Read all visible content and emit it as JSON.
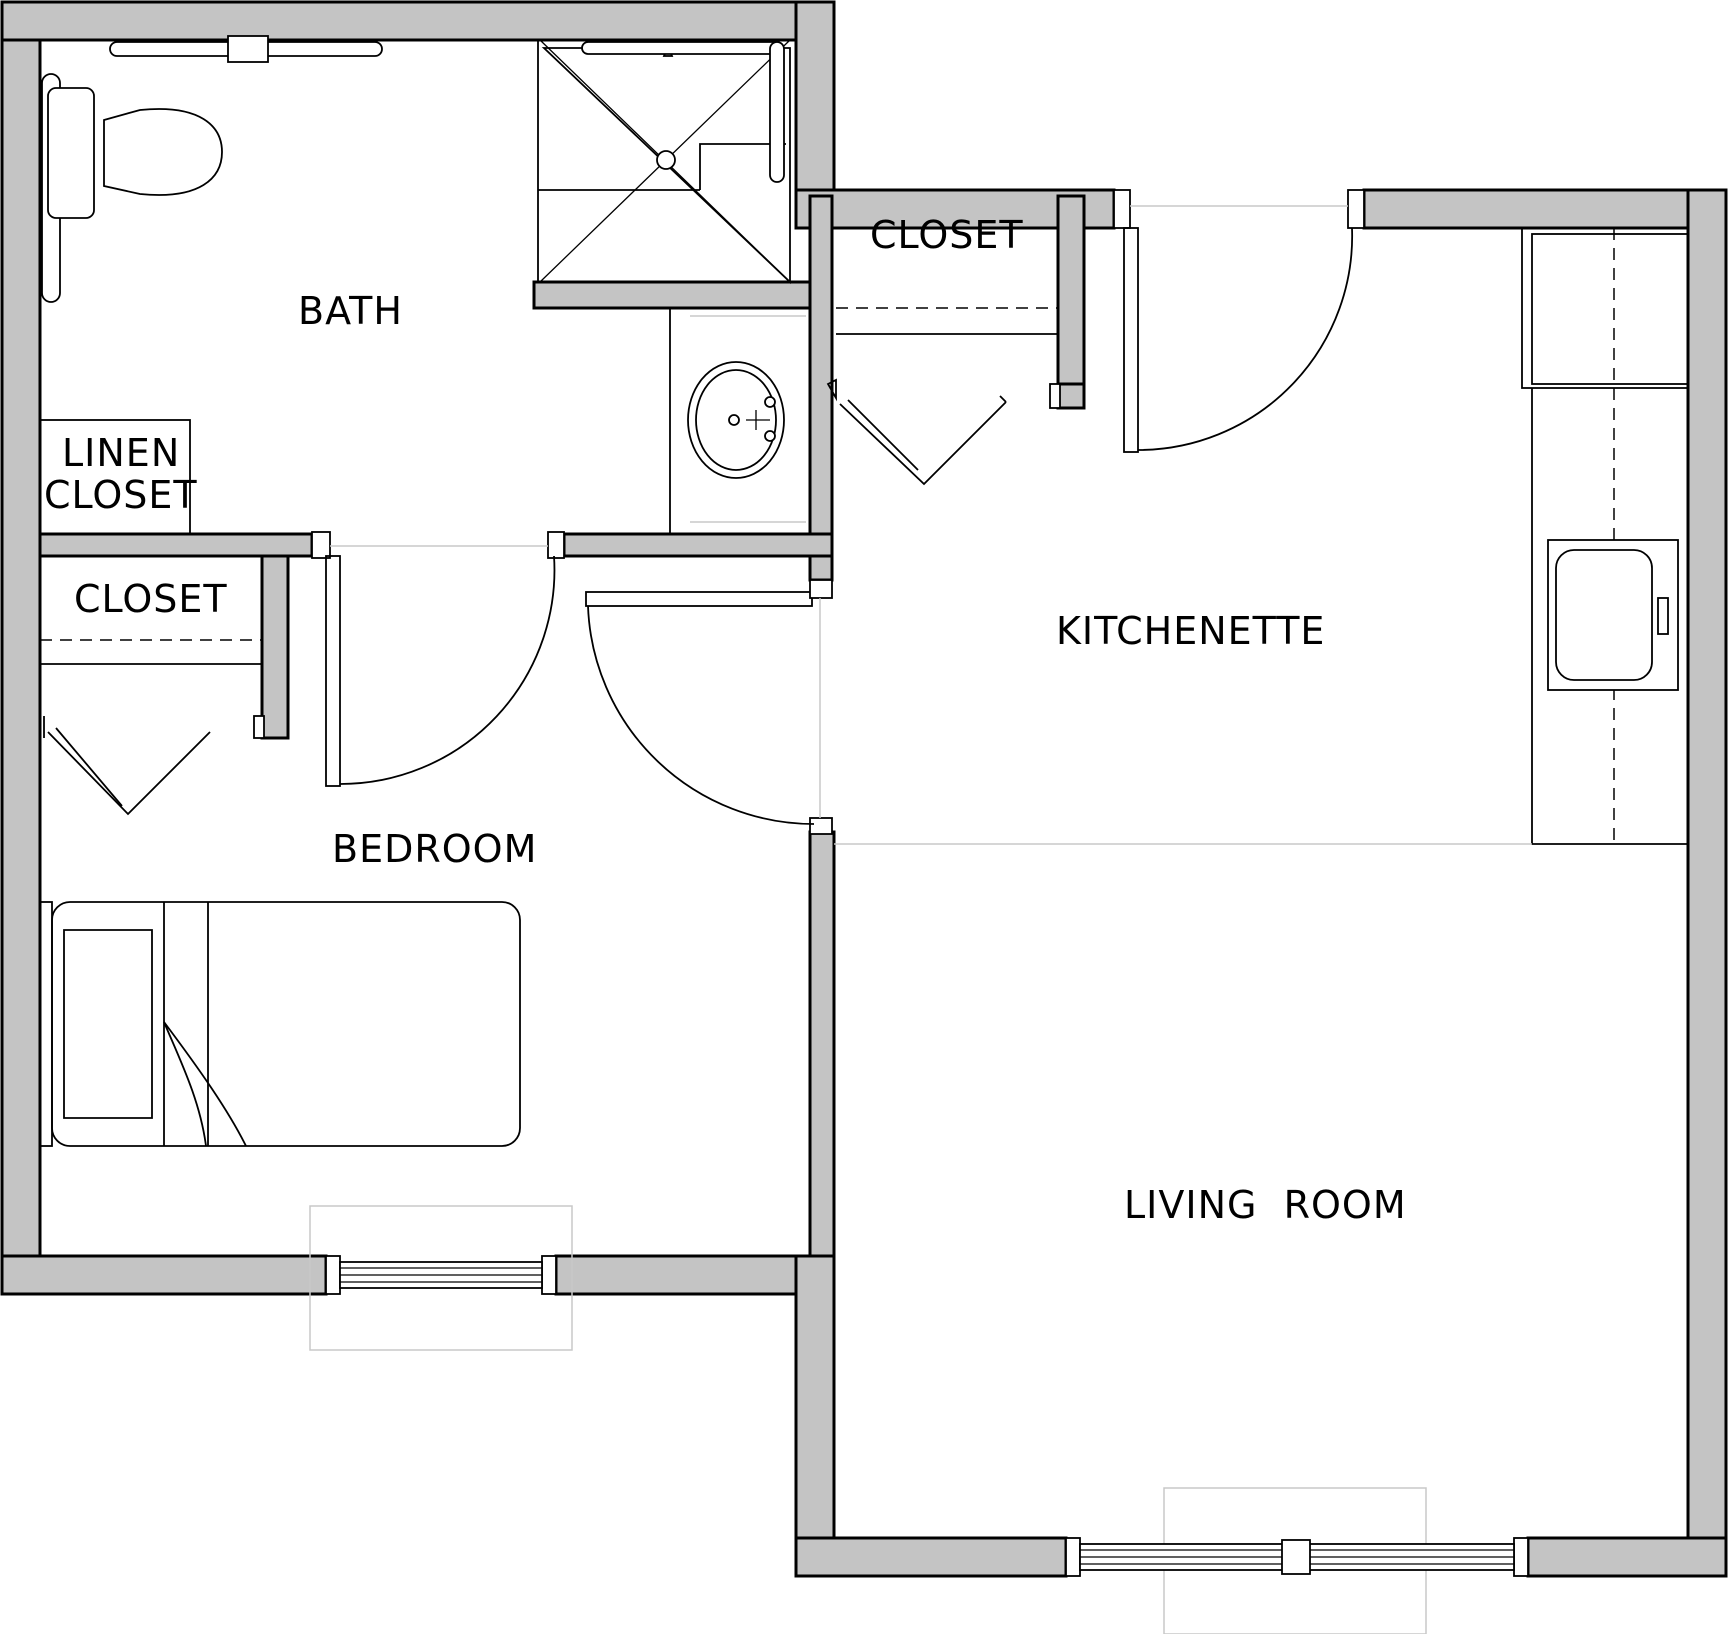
{
  "plan": {
    "rooms": {
      "bath": "BATH",
      "linen_closet_line1": "LINEN",
      "linen_closet_line2": "CLOSET",
      "closet_upper": "CLOSET",
      "closet_bedroom": "CLOSET",
      "kitchenette": "KITCHENETTE",
      "bedroom": "BEDROOM",
      "living_room": "LIVING  ROOM"
    },
    "colors": {
      "wall_fill": "#c4c4c4",
      "line": "#000000",
      "faint_line": "#c8c8c8",
      "background": "#ffffff"
    },
    "icons": [
      "toilet-icon",
      "shower-icon",
      "sink-icon",
      "bed-icon",
      "kitchen-sink-icon",
      "door-swing-icon",
      "bifold-door-icon",
      "window-icon",
      "grab-bar-icon"
    ]
  }
}
